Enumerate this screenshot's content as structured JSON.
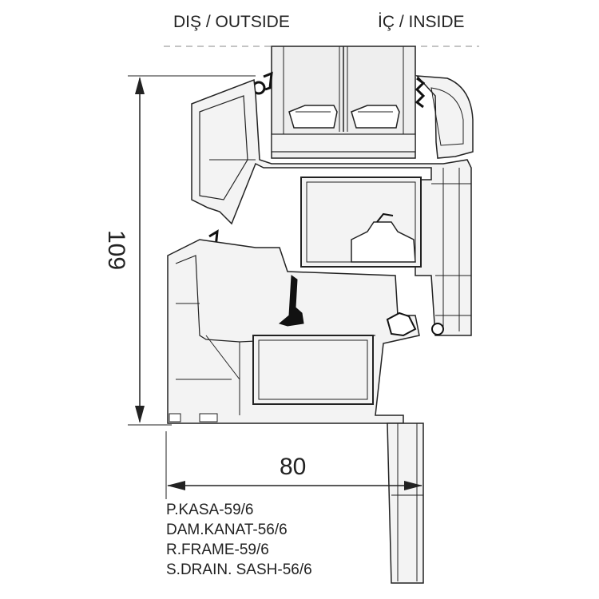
{
  "header": {
    "outside_label": "DIŞ / OUTSIDE",
    "inside_label": "İÇ / INSIDE"
  },
  "dimensions": {
    "height": "109",
    "width": "80"
  },
  "profile_codes": [
    "P.KASA-59/6",
    "DAM.KANAT-56/6",
    "R.FRAME-59/6",
    "S.DRAIN. SASH-56/6"
  ],
  "colors": {
    "profile_fill": "#f3f3f3",
    "line": "#222222",
    "gasket": "#111111",
    "glass": "#eeeeee"
  }
}
